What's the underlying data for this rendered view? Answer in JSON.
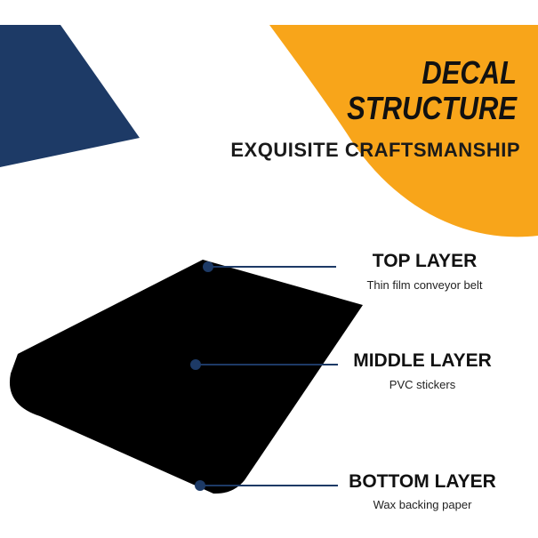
{
  "colors": {
    "navy": "#1d3a66",
    "orange": "#f8a51a",
    "decal": "#000000",
    "text": "#111111",
    "line": "#1d3a66"
  },
  "header": {
    "title_line1": "DECAL",
    "title_line2": "STRUCTURE",
    "subtitle": "EXQUISITE CRAFTSMANSHIP"
  },
  "layers": [
    {
      "name": "TOP LAYER",
      "description": "Thin film conveyor belt"
    },
    {
      "name": "MIDDLE LAYER",
      "description": "PVC stickers"
    },
    {
      "name": "BOTTOM LAYER",
      "description": "Wax backing paper"
    }
  ]
}
